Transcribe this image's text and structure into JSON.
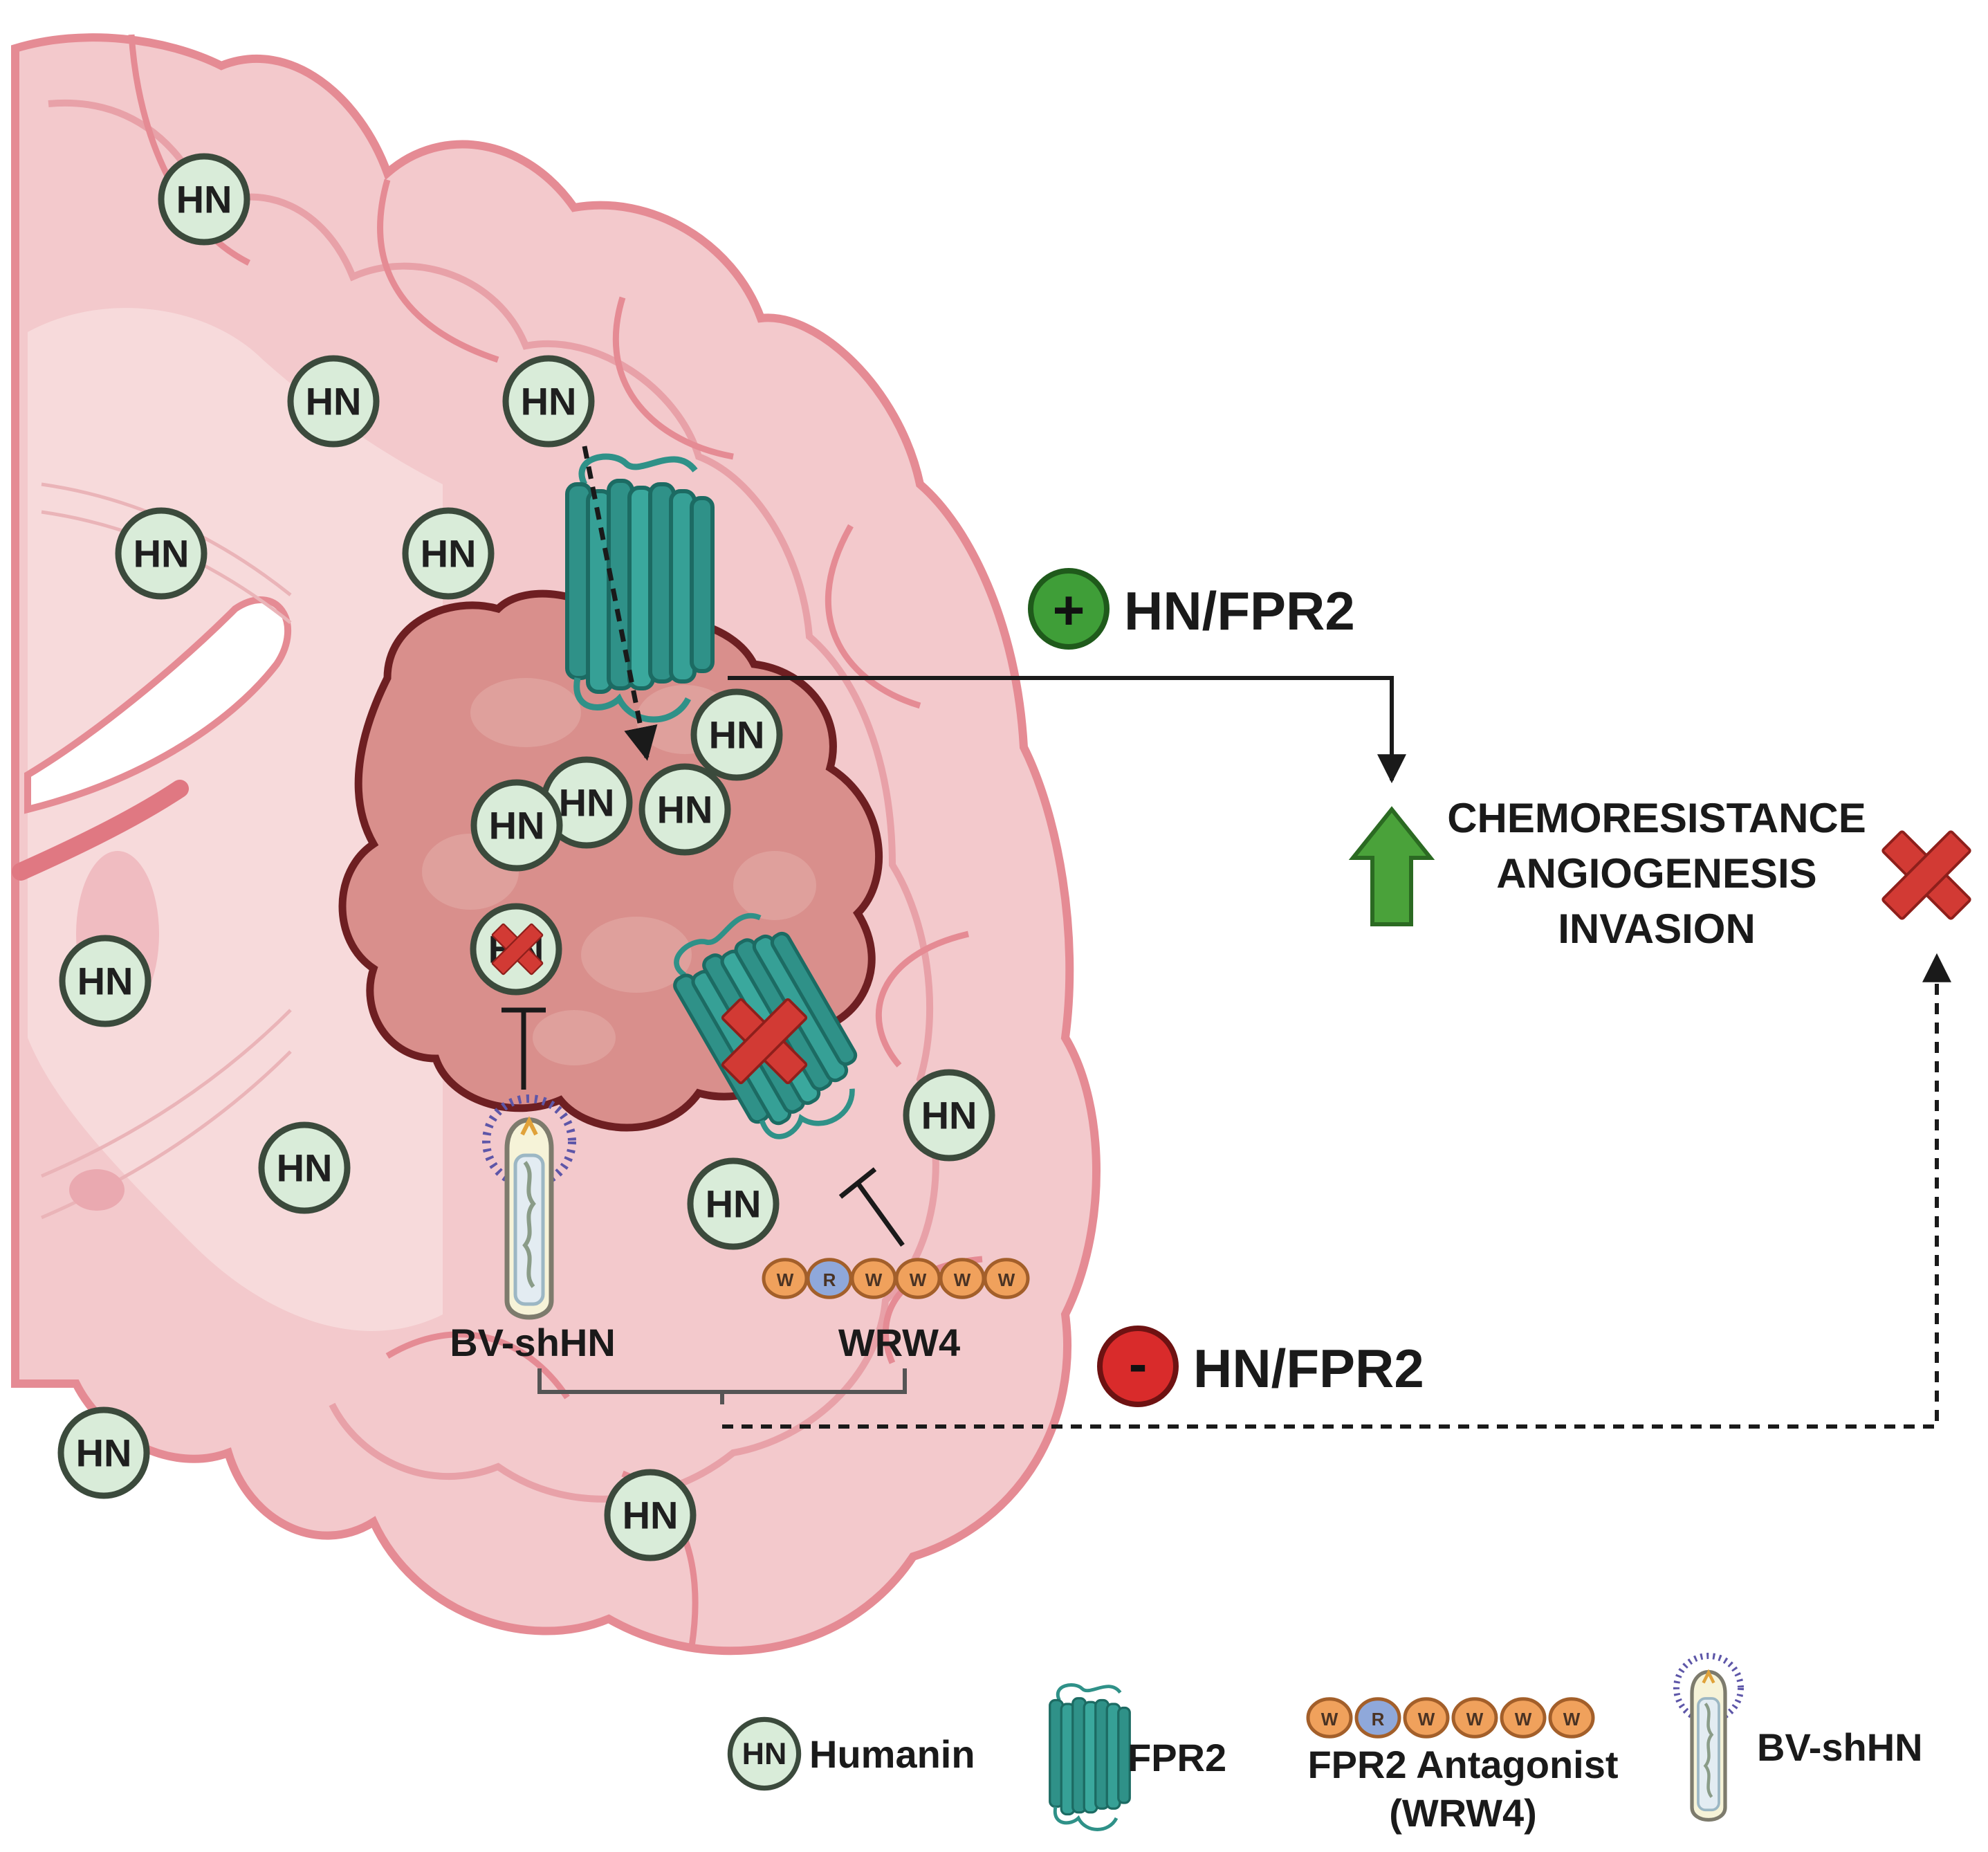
{
  "humanin_badge_text": "HN",
  "pathway": {
    "plus_sign": "+",
    "plus_label": "HN/FPR2",
    "minus_sign": "-",
    "minus_label": "HN/FPR2",
    "effects": [
      "CHEMORESISTANCE",
      "ANGIOGENESIS",
      "INVASION"
    ]
  },
  "treatments": {
    "vector_label": "BV-shHN",
    "antagonist_label": "WRW4",
    "peptide_residues": [
      "W",
      "R",
      "W",
      "W",
      "W",
      "W"
    ]
  },
  "legend": {
    "humanin": "Humanin",
    "fpr2": "FPR2",
    "antagonist_line1": "FPR2 Antagonist",
    "antagonist_line2": "(WRW4)",
    "vector": "BV-shHN"
  },
  "colors": {
    "brain_tissue": "#f3c9cc",
    "brain_outline": "#e58b94",
    "tumor": "#d98f8c",
    "tumor_outline": "#6e1f22",
    "humanin_fill": "#d9ecd9",
    "humanin_stroke": "#3b4a3c",
    "receptor": "#2f9188",
    "peptide_w": "#f0a15c",
    "peptide_r": "#8fa8da",
    "up_arrow": "#4aa23a",
    "plus_circle": "#3f9e38",
    "minus_circle": "#d92b2b",
    "block_x": "#d23a34"
  }
}
